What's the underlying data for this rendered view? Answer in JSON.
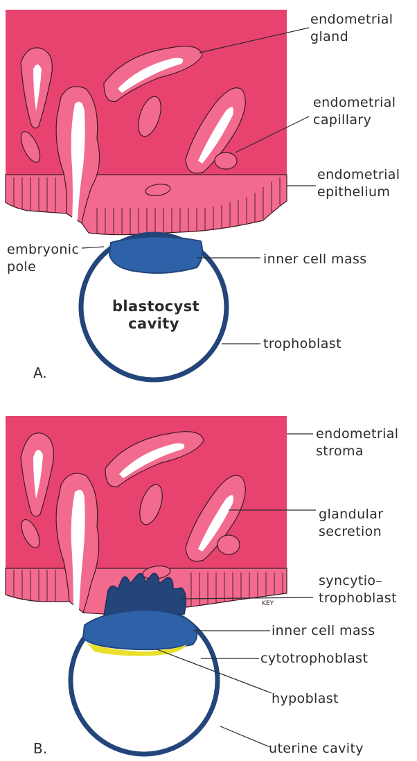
{
  "panel_a": {
    "letter": "A.",
    "labels": {
      "endometrial_gland": [
        "endometrial",
        "gland"
      ],
      "endometrial_capillary": [
        "endometrial",
        "capillary"
      ],
      "endometrial_epithelium": [
        "endometrial",
        "epithelium"
      ],
      "embryonic_pole": [
        "embryonic",
        "pole"
      ],
      "inner_cell_mass": "inner cell mass",
      "blastocyst_cavity": [
        "blastocyst",
        "cavity"
      ],
      "trophoblast": "trophoblast"
    }
  },
  "panel_b": {
    "letter": "B.",
    "labels": {
      "endometrial_stroma": [
        "endometrial",
        "stroma"
      ],
      "glandular_secretion": [
        "glandular",
        "secretion"
      ],
      "syncytiotrophoblast": [
        "syncytio–",
        "trophoblast"
      ],
      "inner_cell_mass": "inner cell mass",
      "cytotrophoblast": "cytotrophoblast",
      "hypoblast": "hypoblast",
      "uterine_cavity": "uterine cavity"
    },
    "signature": "KEY"
  },
  "colors": {
    "endometrium": "#e8436f",
    "epithelium": "#f26a8e",
    "trophoblast": "#23457a",
    "inner_cell_mass": "#2d62a8",
    "hypoblast": "#e8e02c",
    "outline": "#3a1a24"
  }
}
